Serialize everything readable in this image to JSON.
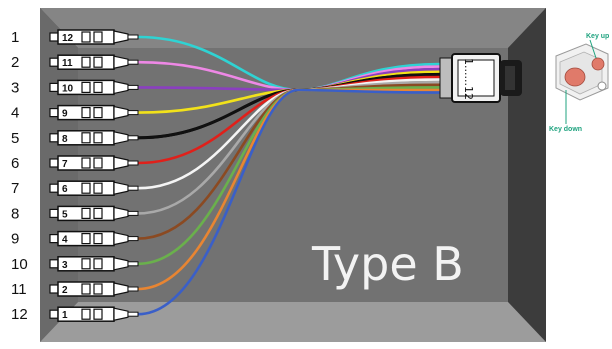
{
  "rows": [
    {
      "row": "1",
      "conn": "12",
      "color": "#2fd3d3"
    },
    {
      "row": "2",
      "conn": "11",
      "color": "#ee88e6"
    },
    {
      "row": "3",
      "conn": "10",
      "color": "#8a3fbf"
    },
    {
      "row": "4",
      "conn": "9",
      "color": "#f2e21a"
    },
    {
      "row": "5",
      "conn": "8",
      "color": "#111111"
    },
    {
      "row": "6",
      "conn": "7",
      "color": "#e0201a"
    },
    {
      "row": "7",
      "conn": "6",
      "color": "#f4f4f4"
    },
    {
      "row": "8",
      "conn": "5",
      "color": "#a9a9a9"
    },
    {
      "row": "9",
      "conn": "4",
      "color": "#8b4a22"
    },
    {
      "row": "10",
      "conn": "3",
      "color": "#6ab04c"
    },
    {
      "row": "11",
      "conn": "2",
      "color": "#e88532"
    },
    {
      "row": "12",
      "conn": "1",
      "color": "#3a5fc8"
    }
  ],
  "box": {
    "title": "Type  B",
    "frame_color": "#4d4d4d",
    "panel_color": "#727272",
    "bevel_color": "#9c9c9c"
  },
  "mpo": {
    "label": "1......12"
  },
  "key_diagram": {
    "key_up_label": "Key up",
    "key_down_label": "Key down",
    "accent_color": "#1fa37f",
    "body_color": "#e07a6a"
  }
}
